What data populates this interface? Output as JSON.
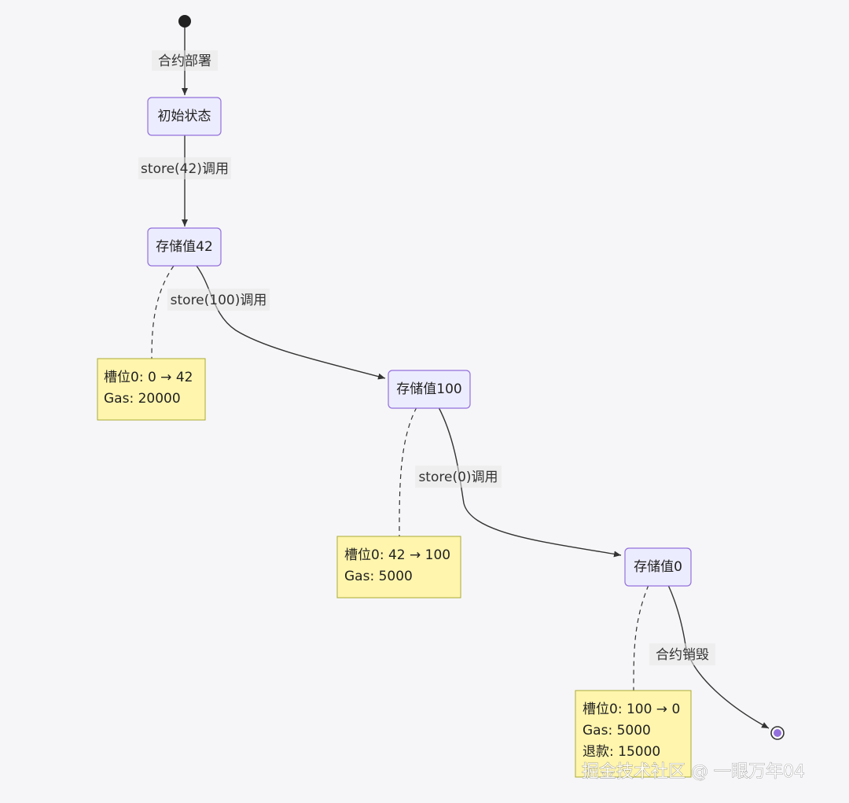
{
  "diagram": {
    "start_node": "initial-state",
    "end_node": "final-state",
    "states": [
      {
        "id": "init",
        "label": "初始状态"
      },
      {
        "id": "s42",
        "label": "存储值42"
      },
      {
        "id": "s100",
        "label": "存储值100"
      },
      {
        "id": "s0",
        "label": "存储值0"
      }
    ],
    "transitions": [
      {
        "from": "start",
        "to": "init",
        "label": "合约部署"
      },
      {
        "from": "init",
        "to": "s42",
        "label": "store(42)调用"
      },
      {
        "from": "s42",
        "to": "s100",
        "label": "store(100)调用"
      },
      {
        "from": "s100",
        "to": "s0",
        "label": "store(0)调用"
      },
      {
        "from": "s0",
        "to": "end",
        "label": "合约销毁"
      }
    ],
    "notes": [
      {
        "attached_to": "s42",
        "lines": [
          "槽位0: 0 → 42",
          "Gas: 20000"
        ]
      },
      {
        "attached_to": "s100",
        "lines": [
          "槽位0: 42 → 100",
          "Gas: 5000"
        ]
      },
      {
        "attached_to": "s0",
        "lines": [
          "槽位0: 100 → 0",
          "Gas: 5000",
          "退款: 15000"
        ]
      }
    ]
  },
  "watermark": "掘金技术社区 @ 一眼万年04",
  "colors": {
    "state_fill": "#ececff",
    "state_border": "#9370db",
    "note_fill": "#fff5ad",
    "note_border": "#aaaa33",
    "end_inner": "#9370db",
    "line": "#333333"
  }
}
